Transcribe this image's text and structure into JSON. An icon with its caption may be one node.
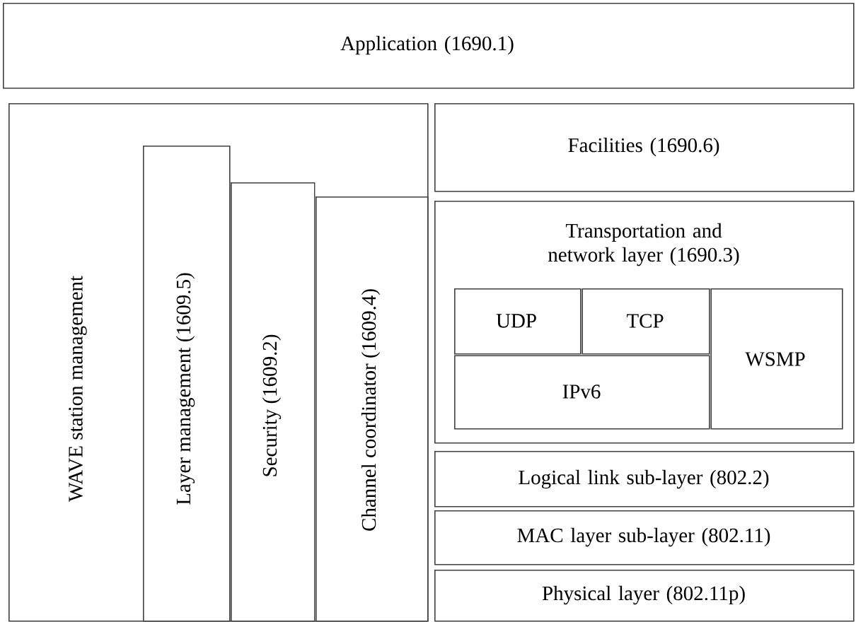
{
  "diagram": {
    "nodes": [
      {
        "text": [
          "Application (1690.1)"
        ]
      },
      {
        "text": [
          "WAVE station management"
        ]
      },
      {
        "text": [
          "Layer management (1609.5)"
        ],
        "in": 1
      },
      {
        "text": [
          "Security (1609.2)"
        ],
        "in": 1
      },
      {
        "text": [
          "Channel coordinator (1609.4)"
        ],
        "in": 1
      },
      {
        "text": [
          "Facilities (1690.6)"
        ]
      },
      {
        "text": [
          "Transportation and network layer (1690.3)"
        ]
      },
      {
        "text": [
          "UDP"
        ],
        "in": 6
      },
      {
        "text": [
          "TCP"
        ],
        "in": 6
      },
      {
        "text": [
          "IPv6"
        ],
        "in": 6
      },
      {
        "text": [
          "WSMP"
        ],
        "in": 6
      },
      {
        "text": [
          "Logical link sub-layer (802.2)"
        ]
      },
      {
        "text": [
          "MAC layer sub-layer (802.11)"
        ]
      },
      {
        "text": [
          "Physical layer (802.11p)"
        ]
      }
    ]
  }
}
